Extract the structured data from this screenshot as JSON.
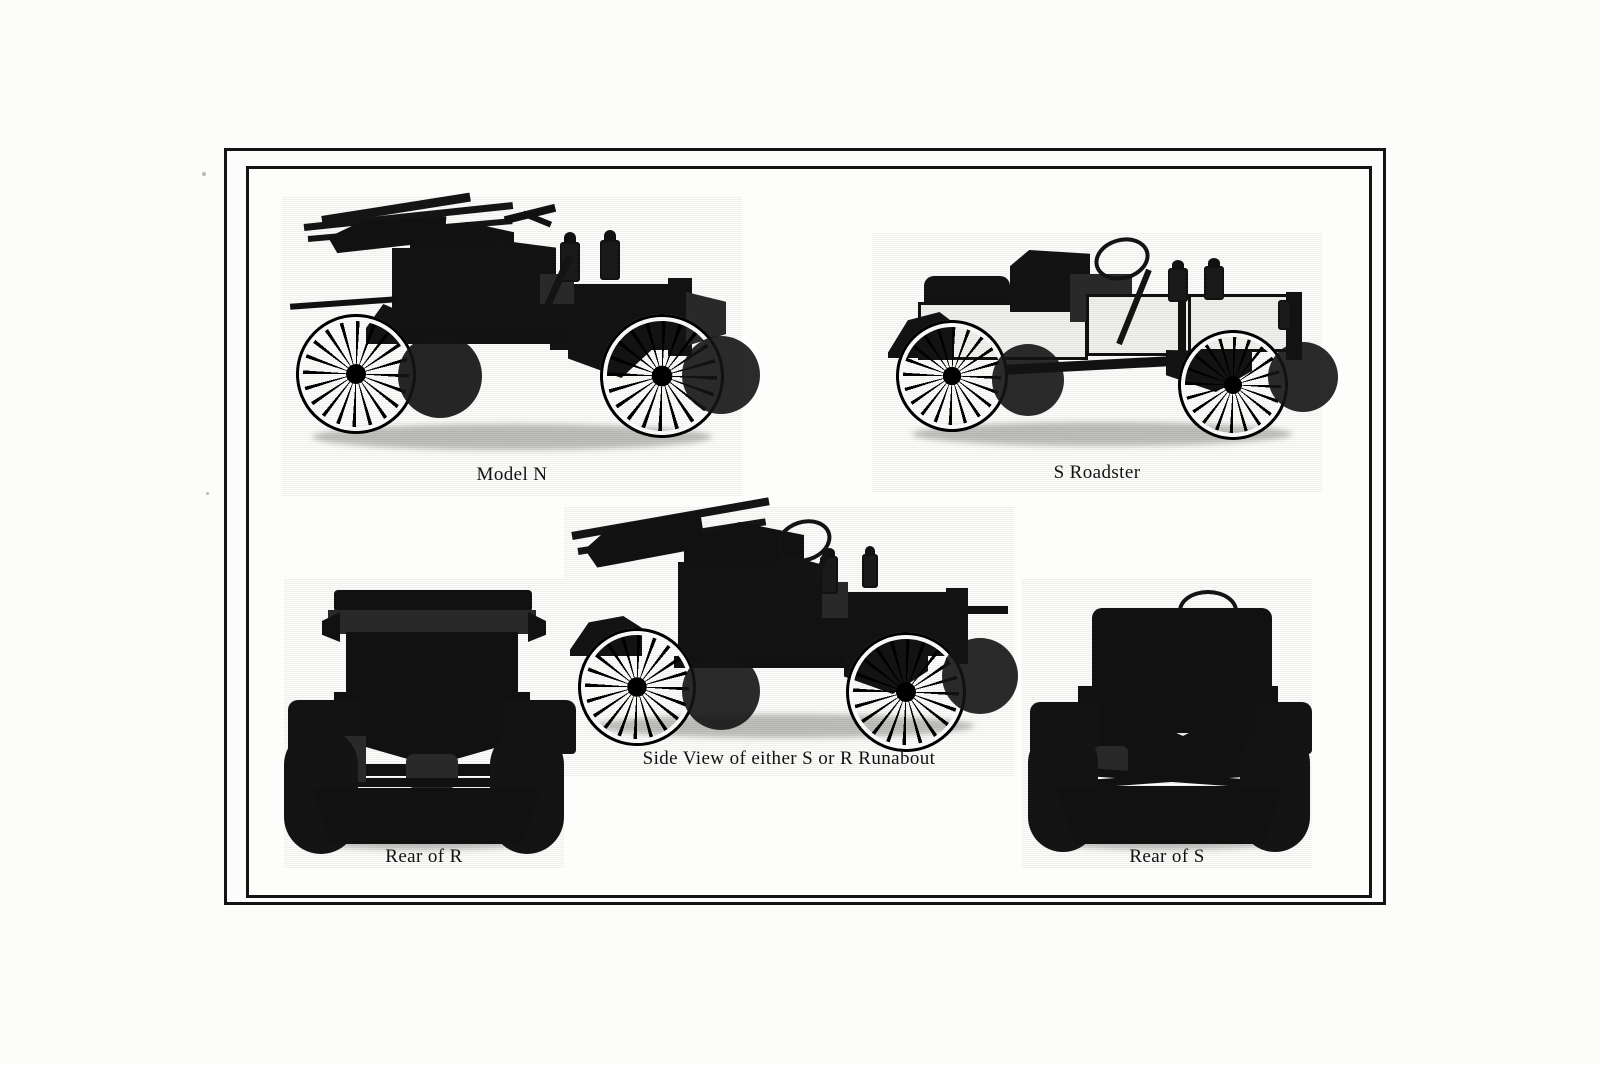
{
  "document": {
    "kind": "scanned-book-plate",
    "page_background": "#fcfcfa",
    "ink_color": "#141414",
    "frame": {
      "style": "double-rule-border",
      "outer_rule": "3px solid",
      "inner_rule": "3px solid"
    }
  },
  "plate": {
    "figures": [
      {
        "id": "model-n",
        "caption": "Model N",
        "view": "side",
        "subject": "vintage runabout automobile, folded top, wire-spoke wheels, brass lamps",
        "tone": "dark body, white tires"
      },
      {
        "id": "s-roadster",
        "caption": "S Roadster",
        "view": "side",
        "subject": "vintage roadster automobile, turtle deck, wire-spoke wheels, brass lamps",
        "tone": "light body, white tires"
      },
      {
        "id": "side-view-runabout",
        "caption": "Side View of either S or R Runabout",
        "view": "side",
        "subject": "vintage runabout automobile, raised folded top, steering wheel, brass lamps",
        "tone": "dark body, white tires"
      },
      {
        "id": "rear-of-r",
        "caption": "Rear of R",
        "view": "rear",
        "subject": "rear of automobile showing deck, rear fenders and axle",
        "tone": "very dark"
      },
      {
        "id": "rear-of-s",
        "caption": "Rear of S",
        "view": "rear",
        "subject": "rear of automobile showing seat back, steering wheel above, rear fenders and axle",
        "tone": "very dark"
      }
    ]
  }
}
